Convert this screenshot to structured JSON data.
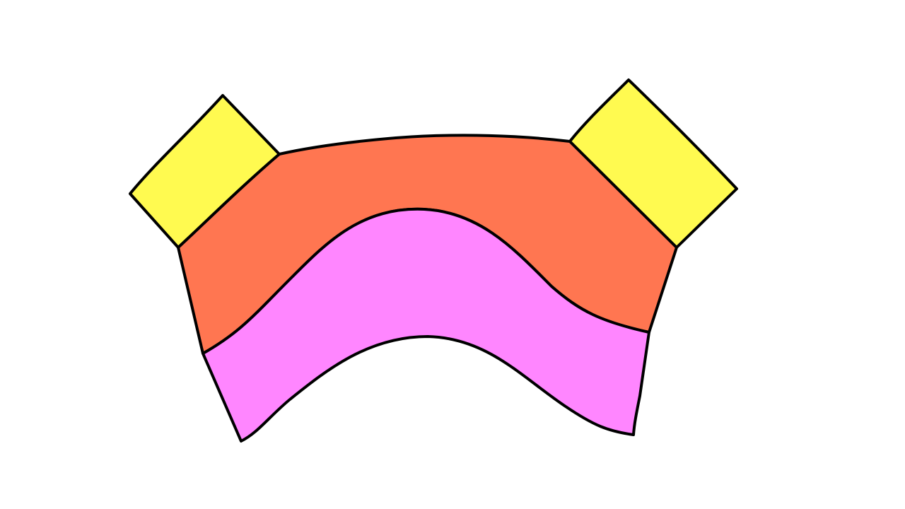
{
  "diagram": {
    "background": "#ffffff",
    "outline_color": "#000000",
    "shapes": [
      {
        "name": "orange-arch-band",
        "fill": "#ff7651"
      },
      {
        "name": "pink-wave-band",
        "fill": "#ff86ff"
      },
      {
        "name": "left-yellow-block",
        "fill": "#fffa50"
      },
      {
        "name": "right-yellow-block",
        "fill": "#fffa50"
      }
    ]
  }
}
